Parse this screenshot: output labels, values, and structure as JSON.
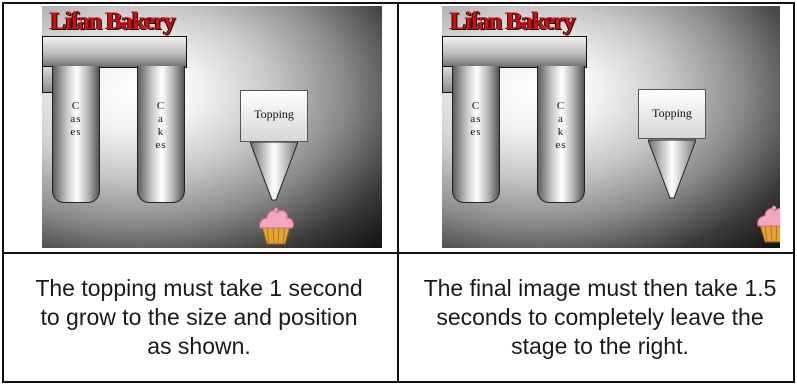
{
  "panels": [
    {
      "brand": "Lifan Bakery",
      "tube1_label": "Cases",
      "tube2_label": "Cakes",
      "topping_label": "Topping",
      "caption": "The topping must take 1 second to grow to the size and position as shown."
    },
    {
      "brand": "Lifan Bakery",
      "tube1_label": "Cases",
      "tube2_label": "Cakes",
      "topping_label": "Topping",
      "caption": "The final image must then take 1.5 seconds to completely leave the stage to the right."
    }
  ],
  "colors": {
    "brand": "#cc1111",
    "frosting": "#f4a6c0",
    "cake_case": "#e3a436"
  },
  "icons": [
    "cupcake-icon",
    "piping-nozzle-icon"
  ]
}
